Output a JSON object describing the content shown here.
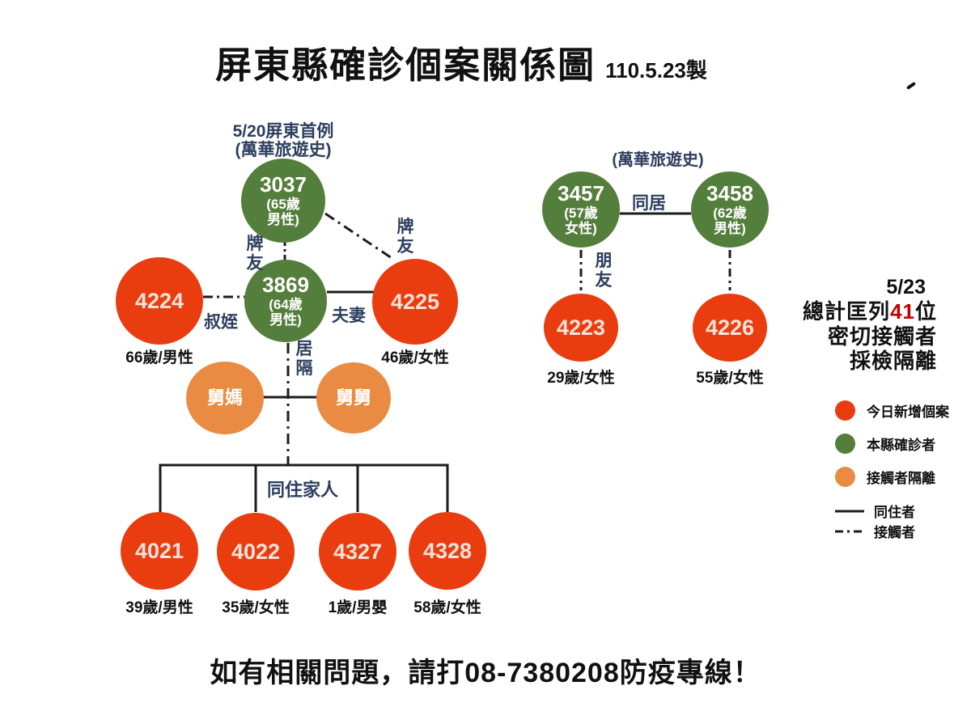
{
  "title": {
    "main": "屏東縣確診個案關係圖",
    "edition": "110.5.23製"
  },
  "colors": {
    "new_case_red": "#e93c0f",
    "confirmed_green": "#547e3b",
    "contact_orange": "#e98b42",
    "label_navy": "#2c3e5f",
    "count_red": "#c00000"
  },
  "left_cluster": {
    "annotation": {
      "line1": "5/20屏東首例",
      "line2": "(萬華旅遊史)"
    },
    "nodes": {
      "c3037": {
        "id": "3037",
        "line2": "(65歲",
        "line3": "男性)"
      },
      "c3869": {
        "id": "3869",
        "line2": "(64歲",
        "line3": "男性)"
      },
      "c4224": {
        "id": "4224",
        "caption": "66歲/男性"
      },
      "c4225": {
        "id": "4225",
        "caption": "46歲/女性"
      },
      "aunt": {
        "label": "舅媽"
      },
      "uncle": {
        "label": "舅舅"
      },
      "c4021": {
        "id": "4021",
        "caption": "39歲/男性"
      },
      "c4022": {
        "id": "4022",
        "caption": "35歲/女性"
      },
      "c4327": {
        "id": "4327",
        "caption": "1歲/男嬰"
      },
      "c4328": {
        "id": "4328",
        "caption": "58歲/女性"
      }
    },
    "edges": {
      "mahjong_left": "牌友",
      "mahjong_right": "牌友",
      "uncle_nephew": "叔姪",
      "couple": "夫妻",
      "home_isolation": "居隔",
      "cohabiting_family": "同住家人"
    }
  },
  "right_cluster": {
    "annotation": "(萬華旅遊史)",
    "nodes": {
      "c3457": {
        "id": "3457",
        "line2": "(57歲",
        "line3": "女性)"
      },
      "c3458": {
        "id": "3458",
        "line2": "(62歲",
        "line3": "男性)"
      },
      "c4223": {
        "id": "4223",
        "caption": "29歲/女性"
      },
      "c4226": {
        "id": "4226",
        "caption": "55歲/女性"
      }
    },
    "edges": {
      "cohabit": "同居",
      "friend": "朋友"
    }
  },
  "summary": {
    "date": "5/23",
    "count_prefix": "總計匡列",
    "count": "41",
    "count_suffix": "位",
    "line2": "密切接觸者",
    "line3": "採檢隔離"
  },
  "legend": {
    "items": [
      {
        "label": "今日新增個案"
      },
      {
        "label": "本縣確診者"
      },
      {
        "label": "接觸者隔離"
      },
      {
        "label": "同住者"
      },
      {
        "label": "接觸者"
      }
    ]
  },
  "footer": {
    "hotline": "如有相關問題，請打08-7380208防疫專線！"
  }
}
